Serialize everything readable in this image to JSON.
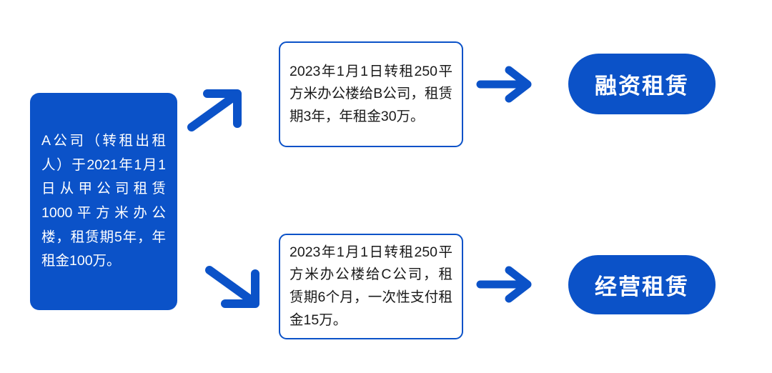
{
  "colors": {
    "accent": "#0b52c8",
    "box_border": "#0b52c8",
    "box_text": "#1a1a1a",
    "card_text": "#ffffff",
    "background": "#ffffff"
  },
  "source": {
    "text": "A公司（转租出租人）于2021年1月1日从甲公司租赁1000平方米办公楼，租赁期5年，年租金100万。"
  },
  "branches": [
    {
      "detail": "2023年1月1日转租250平方米办公楼给B公司，租赁期3年，年租金30万。",
      "classification": "融资租赁",
      "branch_arrow": "arrow-up-right-icon",
      "result_arrow": "arrow-right-icon"
    },
    {
      "detail": "2023年1月1日转租250平方米办公楼给C公司，租赁期6个月，一次性支付租金15万。",
      "classification": "经营租赁",
      "branch_arrow": "arrow-down-right-icon",
      "result_arrow": "arrow-right-icon"
    }
  ]
}
